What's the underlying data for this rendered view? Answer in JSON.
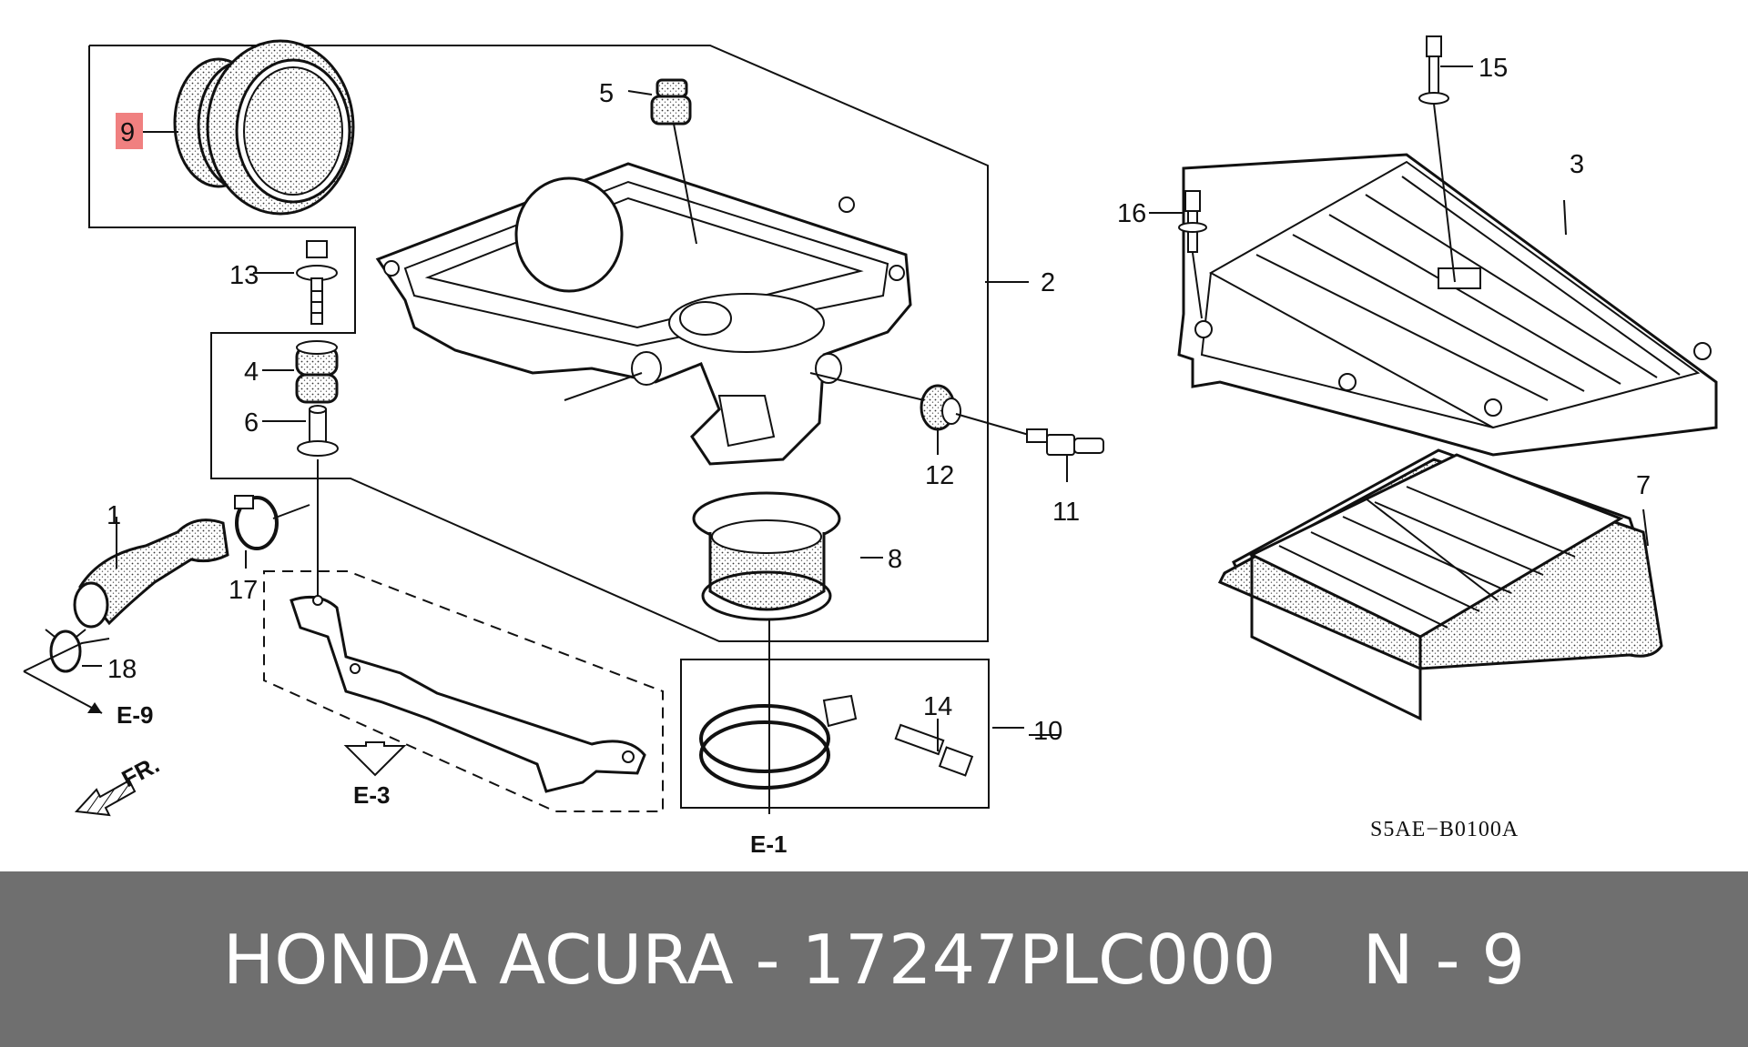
{
  "diagram": {
    "callouts": {
      "p1": "1",
      "p2": "2",
      "p3": "3",
      "p4": "4",
      "p5": "5",
      "p6": "6",
      "p7": "7",
      "p8": "8",
      "p9": "9",
      "p10": "10",
      "p11": "11",
      "p12": "12",
      "p13": "13",
      "p14": "14",
      "p15": "15",
      "p16": "16",
      "p17": "17",
      "p18": "18"
    },
    "highlighted_callout": "9",
    "highlight_color": "#f08080",
    "refs": {
      "e1": "E-1",
      "e3": "E-3",
      "e9": "E-9",
      "fr": "FR."
    },
    "diagram_code": "S5AE−B0100A"
  },
  "footer": {
    "brand": "HONDA ACURA",
    "separator": "-",
    "part_number": "17247PLC000",
    "position": "N - 9",
    "background": "#6f6f6f",
    "text_color": "#ffffff"
  }
}
